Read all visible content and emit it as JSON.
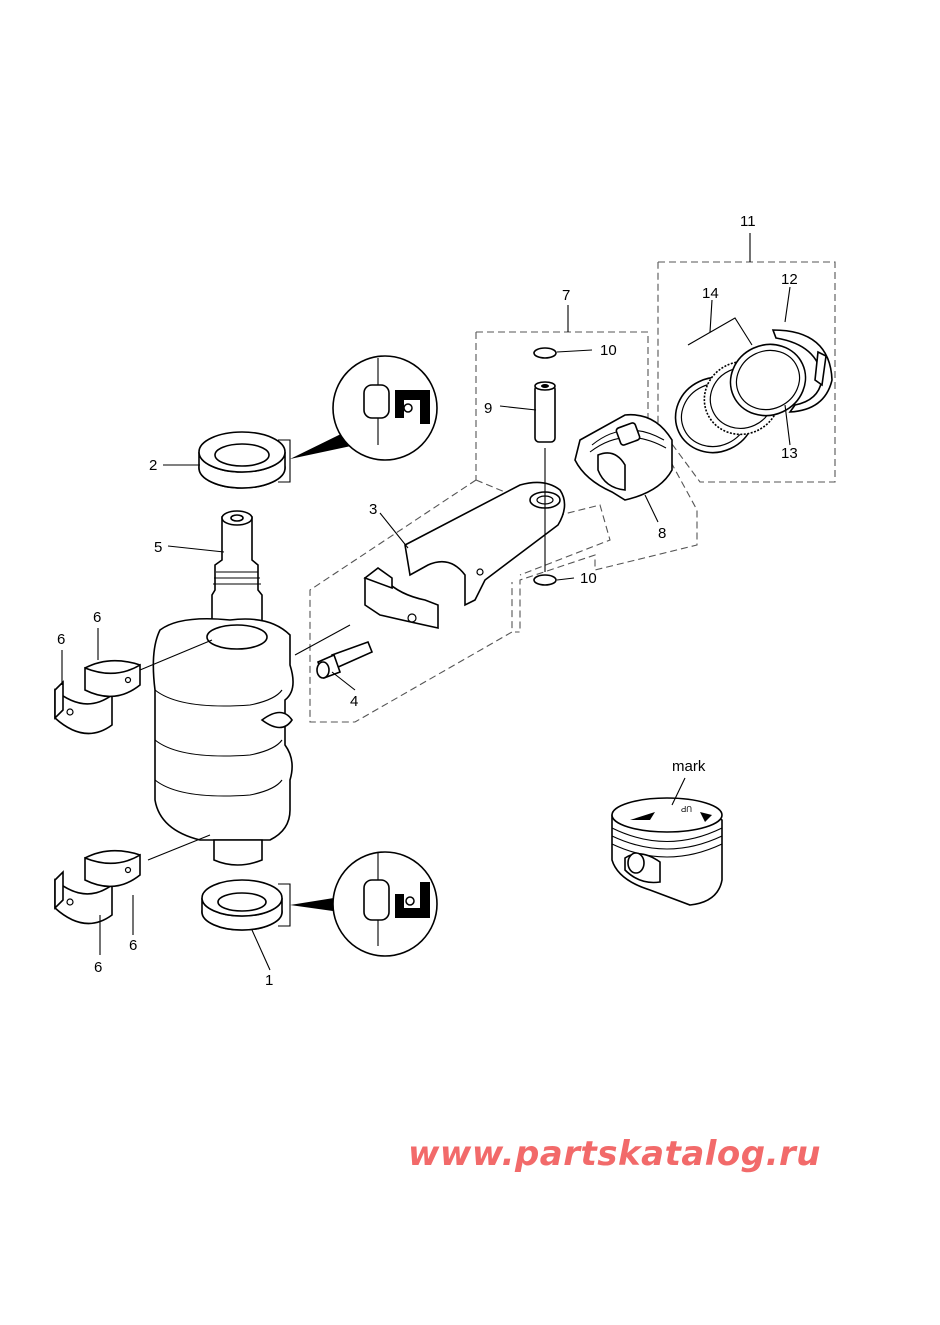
{
  "callouts": {
    "c1": "1",
    "c2": "2",
    "c3": "3",
    "c4": "4",
    "c5": "5",
    "c6a": "6",
    "c6b": "6",
    "c6c": "6",
    "c6d": "6",
    "c7": "7",
    "c8": "8",
    "c9": "9",
    "c10a": "10",
    "c10b": "10",
    "c11": "11",
    "c12": "12",
    "c13": "13",
    "c14": "14"
  },
  "piston_inset": {
    "mark_label": "mark",
    "up_label": "UP"
  },
  "watermark": "www.partskatalog.ru",
  "colors": {
    "watermark": "#f26a6a",
    "line": "#000000",
    "dash": "#555555"
  }
}
